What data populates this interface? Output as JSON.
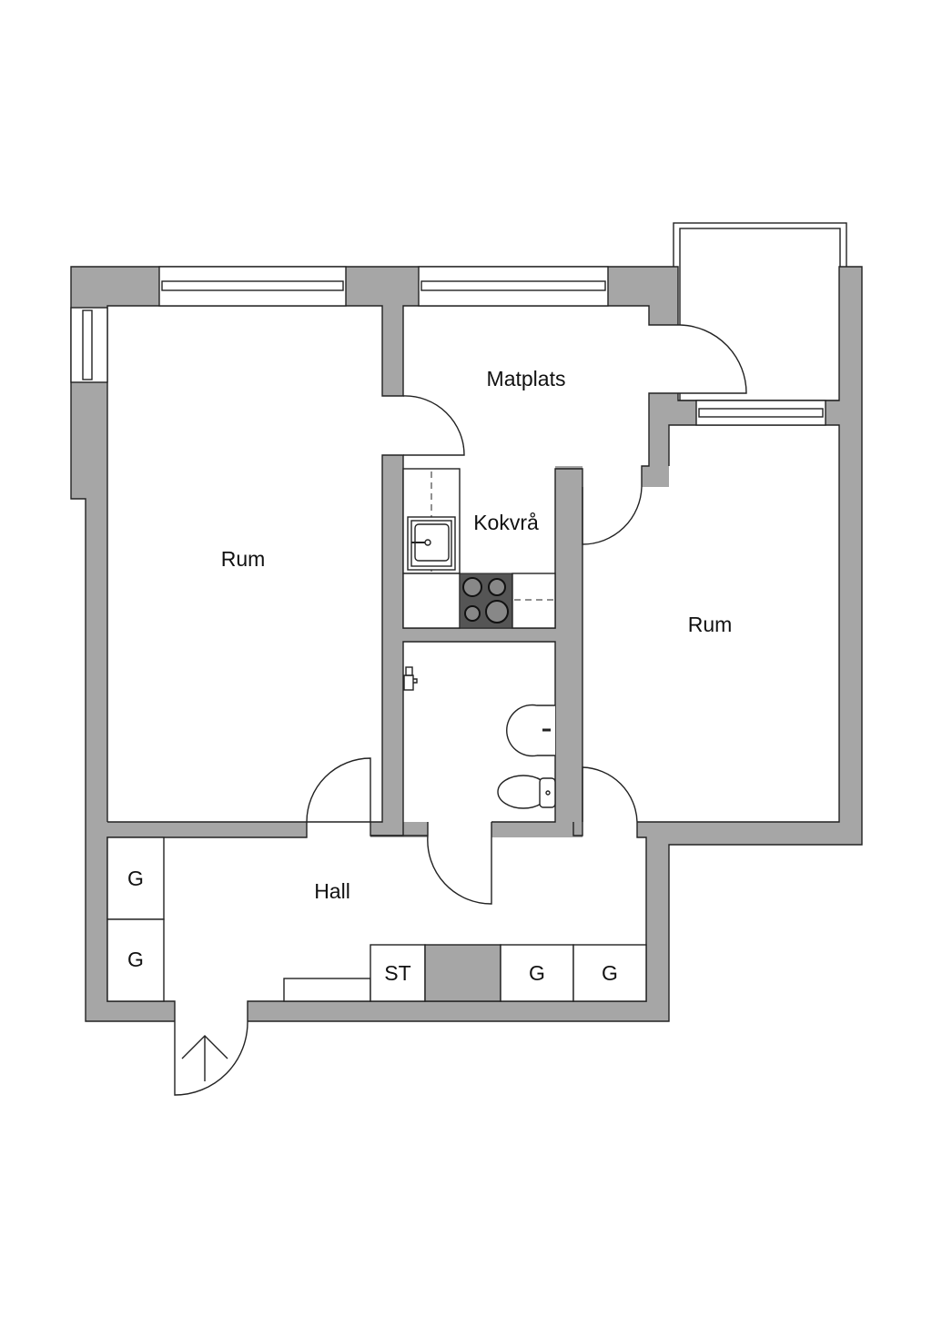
{
  "rooms": {
    "rum_left": "Rum",
    "matplats": "Matplats",
    "kokvra": "Kokvrå",
    "rum_right": "Rum",
    "hall": "Hall"
  },
  "storage": {
    "g1": "G",
    "g2": "G",
    "st": "ST",
    "g3": "G",
    "g4": "G"
  },
  "colors": {
    "wall": "#a6a6a6",
    "line": "#222222",
    "stove": "#555555"
  }
}
